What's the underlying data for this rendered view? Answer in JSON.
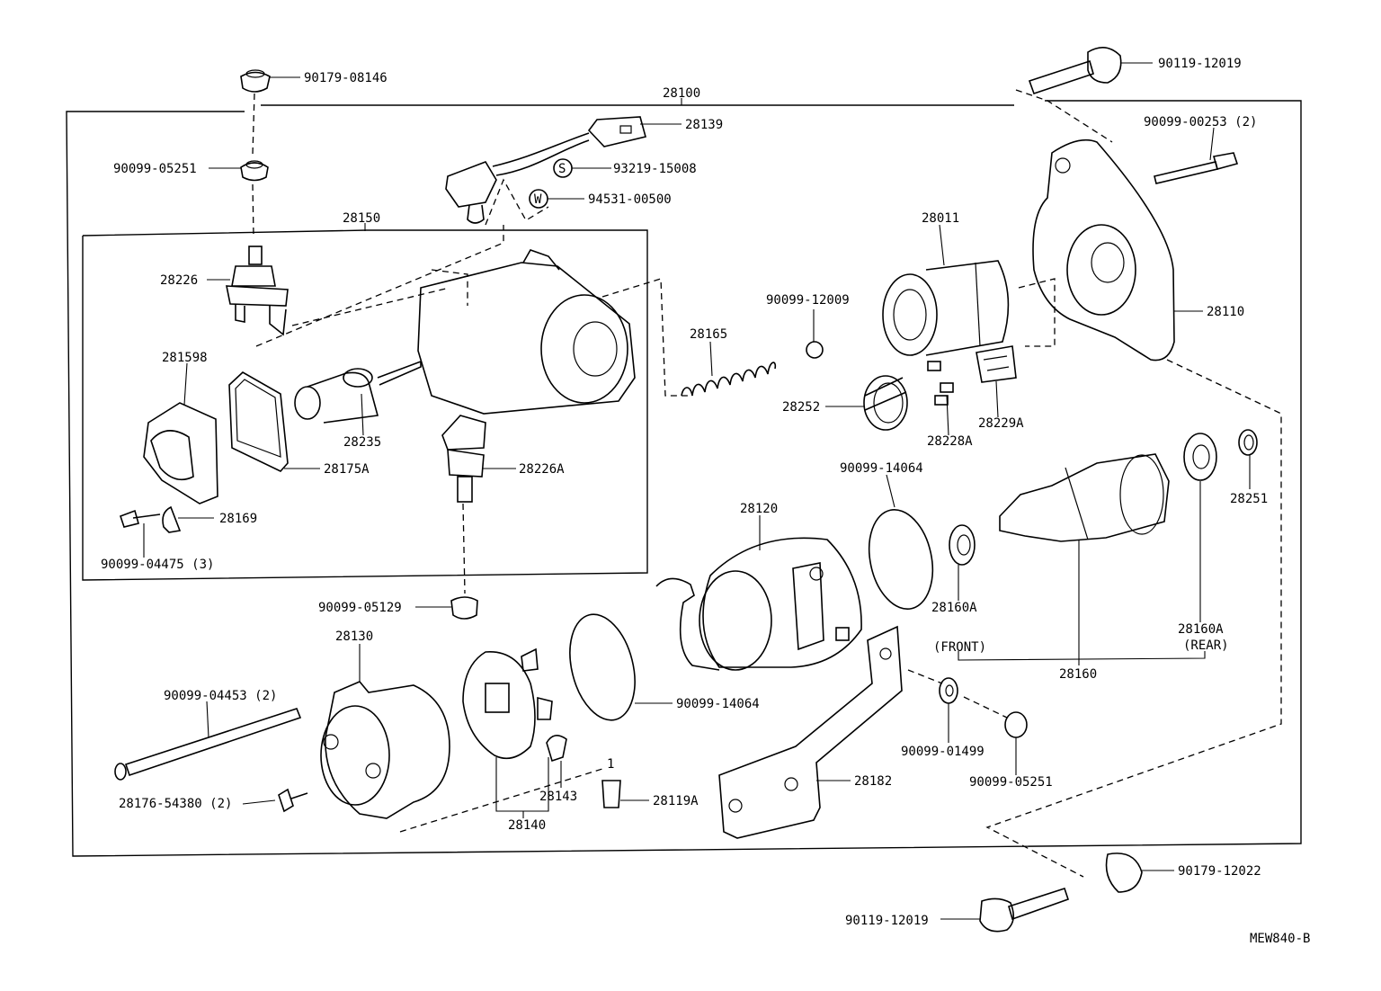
{
  "diagram": {
    "code": "MEW840-B",
    "labels": {
      "l_28100": "28100",
      "l_28150": "28150",
      "l_90179_08146": "90179-08146",
      "l_90099_05251_top": "90099-05251",
      "l_28139": "28139",
      "l_93219_15008": "93219-15008",
      "l_94531_00500": "94531-00500",
      "l_s_symbol": "S",
      "l_w_symbol": "W",
      "l_90119_12019_top": "90119-12019",
      "l_90099_00253": "90099-00253 (2)",
      "l_28226": "28226",
      "l_28011": "28011",
      "l_90099_12009": "90099-12009",
      "l_28110": "28110",
      "l_28165": "28165",
      "l_281598": "281598",
      "l_28235": "28235",
      "l_28252": "28252",
      "l_28228A": "28228A",
      "l_28229A": "28229A",
      "l_28175A": "28175A",
      "l_28226A": "28226A",
      "l_90099_14064_top": "90099-14064",
      "l_28251": "28251",
      "l_28169": "28169",
      "l_90099_04475": "90099-04475 (3)",
      "l_28120": "28120",
      "l_28160A_front": "28160A",
      "l_front": "(FRONT)",
      "l_28160A_rear": "28160A",
      "l_rear": "(REAR)",
      "l_28160": "28160",
      "l_90099_05129": "90099-05129",
      "l_28130": "28130",
      "l_90099_04453": "90099-04453 (2)",
      "l_90099_14064_bot": "90099-14064",
      "l_90099_01499": "90099-01499",
      "l_28176_54380": "28176-54380 (2)",
      "l_28143": "28143",
      "l_28119A": "28119A",
      "l_28182": "28182",
      "l_90099_05251_bot": "90099-05251",
      "l_28140": "28140",
      "l_90179_12022": "90179-12022",
      "l_90119_12019_bot": "90119-12019",
      "l_mark_1": "1"
    }
  }
}
